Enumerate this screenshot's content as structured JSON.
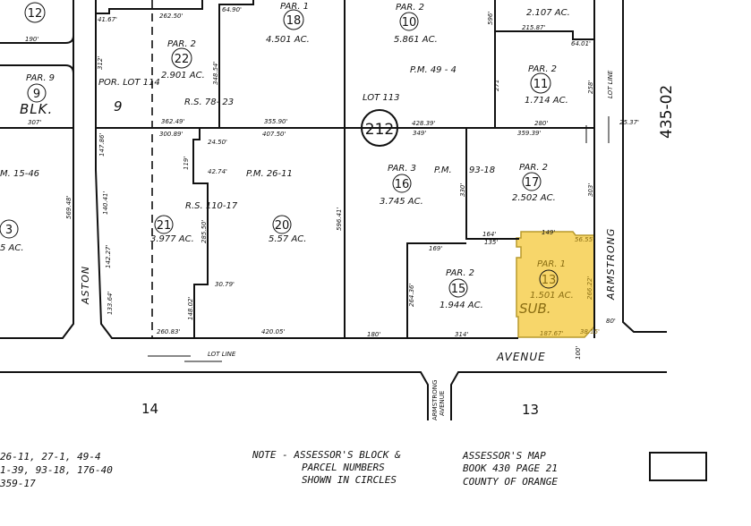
{
  "map": {
    "map_number": "435-02",
    "block": "212",
    "highlight_color": "#f7d66a",
    "parcels": [
      {
        "num": "12"
      },
      {
        "num": "9",
        "par": "PAR. 9",
        "extra": "BLK."
      },
      {
        "num": "3",
        "acres": "5 AC.",
        "pm": "M. 15-46"
      },
      {
        "num": "22",
        "par": "PAR. 2",
        "acres": "2.901 AC."
      },
      {
        "num": "18",
        "par": "PAR. 1",
        "acres": "4.501 AC."
      },
      {
        "num": "10",
        "par": "PAR. 2",
        "acres": "5.861 AC."
      },
      {
        "num": "11",
        "par": "PAR. 2",
        "acres": "1.714 AC."
      },
      {
        "num": "21",
        "acres": "3.977 AC."
      },
      {
        "num": "20",
        "acres": "5.57 AC."
      },
      {
        "num": "16",
        "par": "PAR. 3",
        "acres": "3.745 AC."
      },
      {
        "num": "17",
        "par": "PAR. 2",
        "acres": "2.502 AC."
      },
      {
        "num": "15",
        "par": "PAR. 2",
        "acres": "1.944 AC."
      },
      {
        "num": "13",
        "par": "PAR. 1",
        "acres": "1.501 AC.",
        "extra": "SUB."
      }
    ],
    "top_acres": "2.107 AC.",
    "labels": {
      "por_lot": "POR. LOT 114",
      "lot_num": "9",
      "lot113": "LOT 113",
      "rs1": "R.S. 78- 23",
      "rs2": "R.S. 110-17",
      "pm1": "P.M. 26-11",
      "pm2": "P.M. 49 - 4",
      "pm3": "P.M.",
      "pm3b": "93-18",
      "lot_line": "LOT LINE",
      "lot_line2": "LOT LINE"
    },
    "dims": {
      "d1": "362.49'",
      "d2": "300.89'",
      "d3": "355.90'",
      "d4": "407.50'",
      "d5": "428.39'",
      "d6": "349'",
      "d7": "280'",
      "d8": "359.39'",
      "d9": "215.87'",
      "d10": "64.01'",
      "d11": "348.54'",
      "d12": "24.50'",
      "d13": "42.74'",
      "d14": "285.50'",
      "d15": "30.79'",
      "d16": "148.02'",
      "d17": "260.83'",
      "d18": "420.05'",
      "d19": "180'",
      "d20": "314'",
      "d21": "169'",
      "d22": "135'",
      "d23": "164'",
      "d24": "149'",
      "d25": "56.55'",
      "d26": "266.22'",
      "d27": "187.67'",
      "d28": "38.15'",
      "d29": "264.36'",
      "d30": "596.41'",
      "d31": "596'",
      "d32": "271'",
      "d33": "258'",
      "d34": "303'",
      "d35": "330'",
      "d36": "80'",
      "d37": "100'",
      "d38": "25.37'",
      "d39": "190'",
      "d40": "307'",
      "d41": "262.50'",
      "d42": "64.90'",
      "d43": "41.67'",
      "d44": "147.86'",
      "d45": "140.41'",
      "d46": "142.27'",
      "d47": "133.64'",
      "d48": "569.48'",
      "d49": "312'",
      "d50": "119'"
    },
    "streets": {
      "aston": "ASTON",
      "armstrong": "ARMSTRONG",
      "avenue": "AVENUE",
      "armstrong_ave_1": "ARMSTRONG",
      "armstrong_ave_2": "AVENUE"
    },
    "adjacent": {
      "left": "14",
      "right": "13"
    }
  },
  "footer": {
    "refs": [
      "26-11, 27-1, 49-4",
      "1-39, 93-18, 176-40",
      "359-17"
    ],
    "note": [
      "NOTE - ASSESSOR'S BLOCK &",
      "PARCEL NUMBERS",
      "SHOWN IN CIRCLES"
    ],
    "assessor": [
      "ASSESSOR'S MAP",
      "BOOK 430  PAGE 21",
      "COUNTY OF ORANGE"
    ]
  }
}
